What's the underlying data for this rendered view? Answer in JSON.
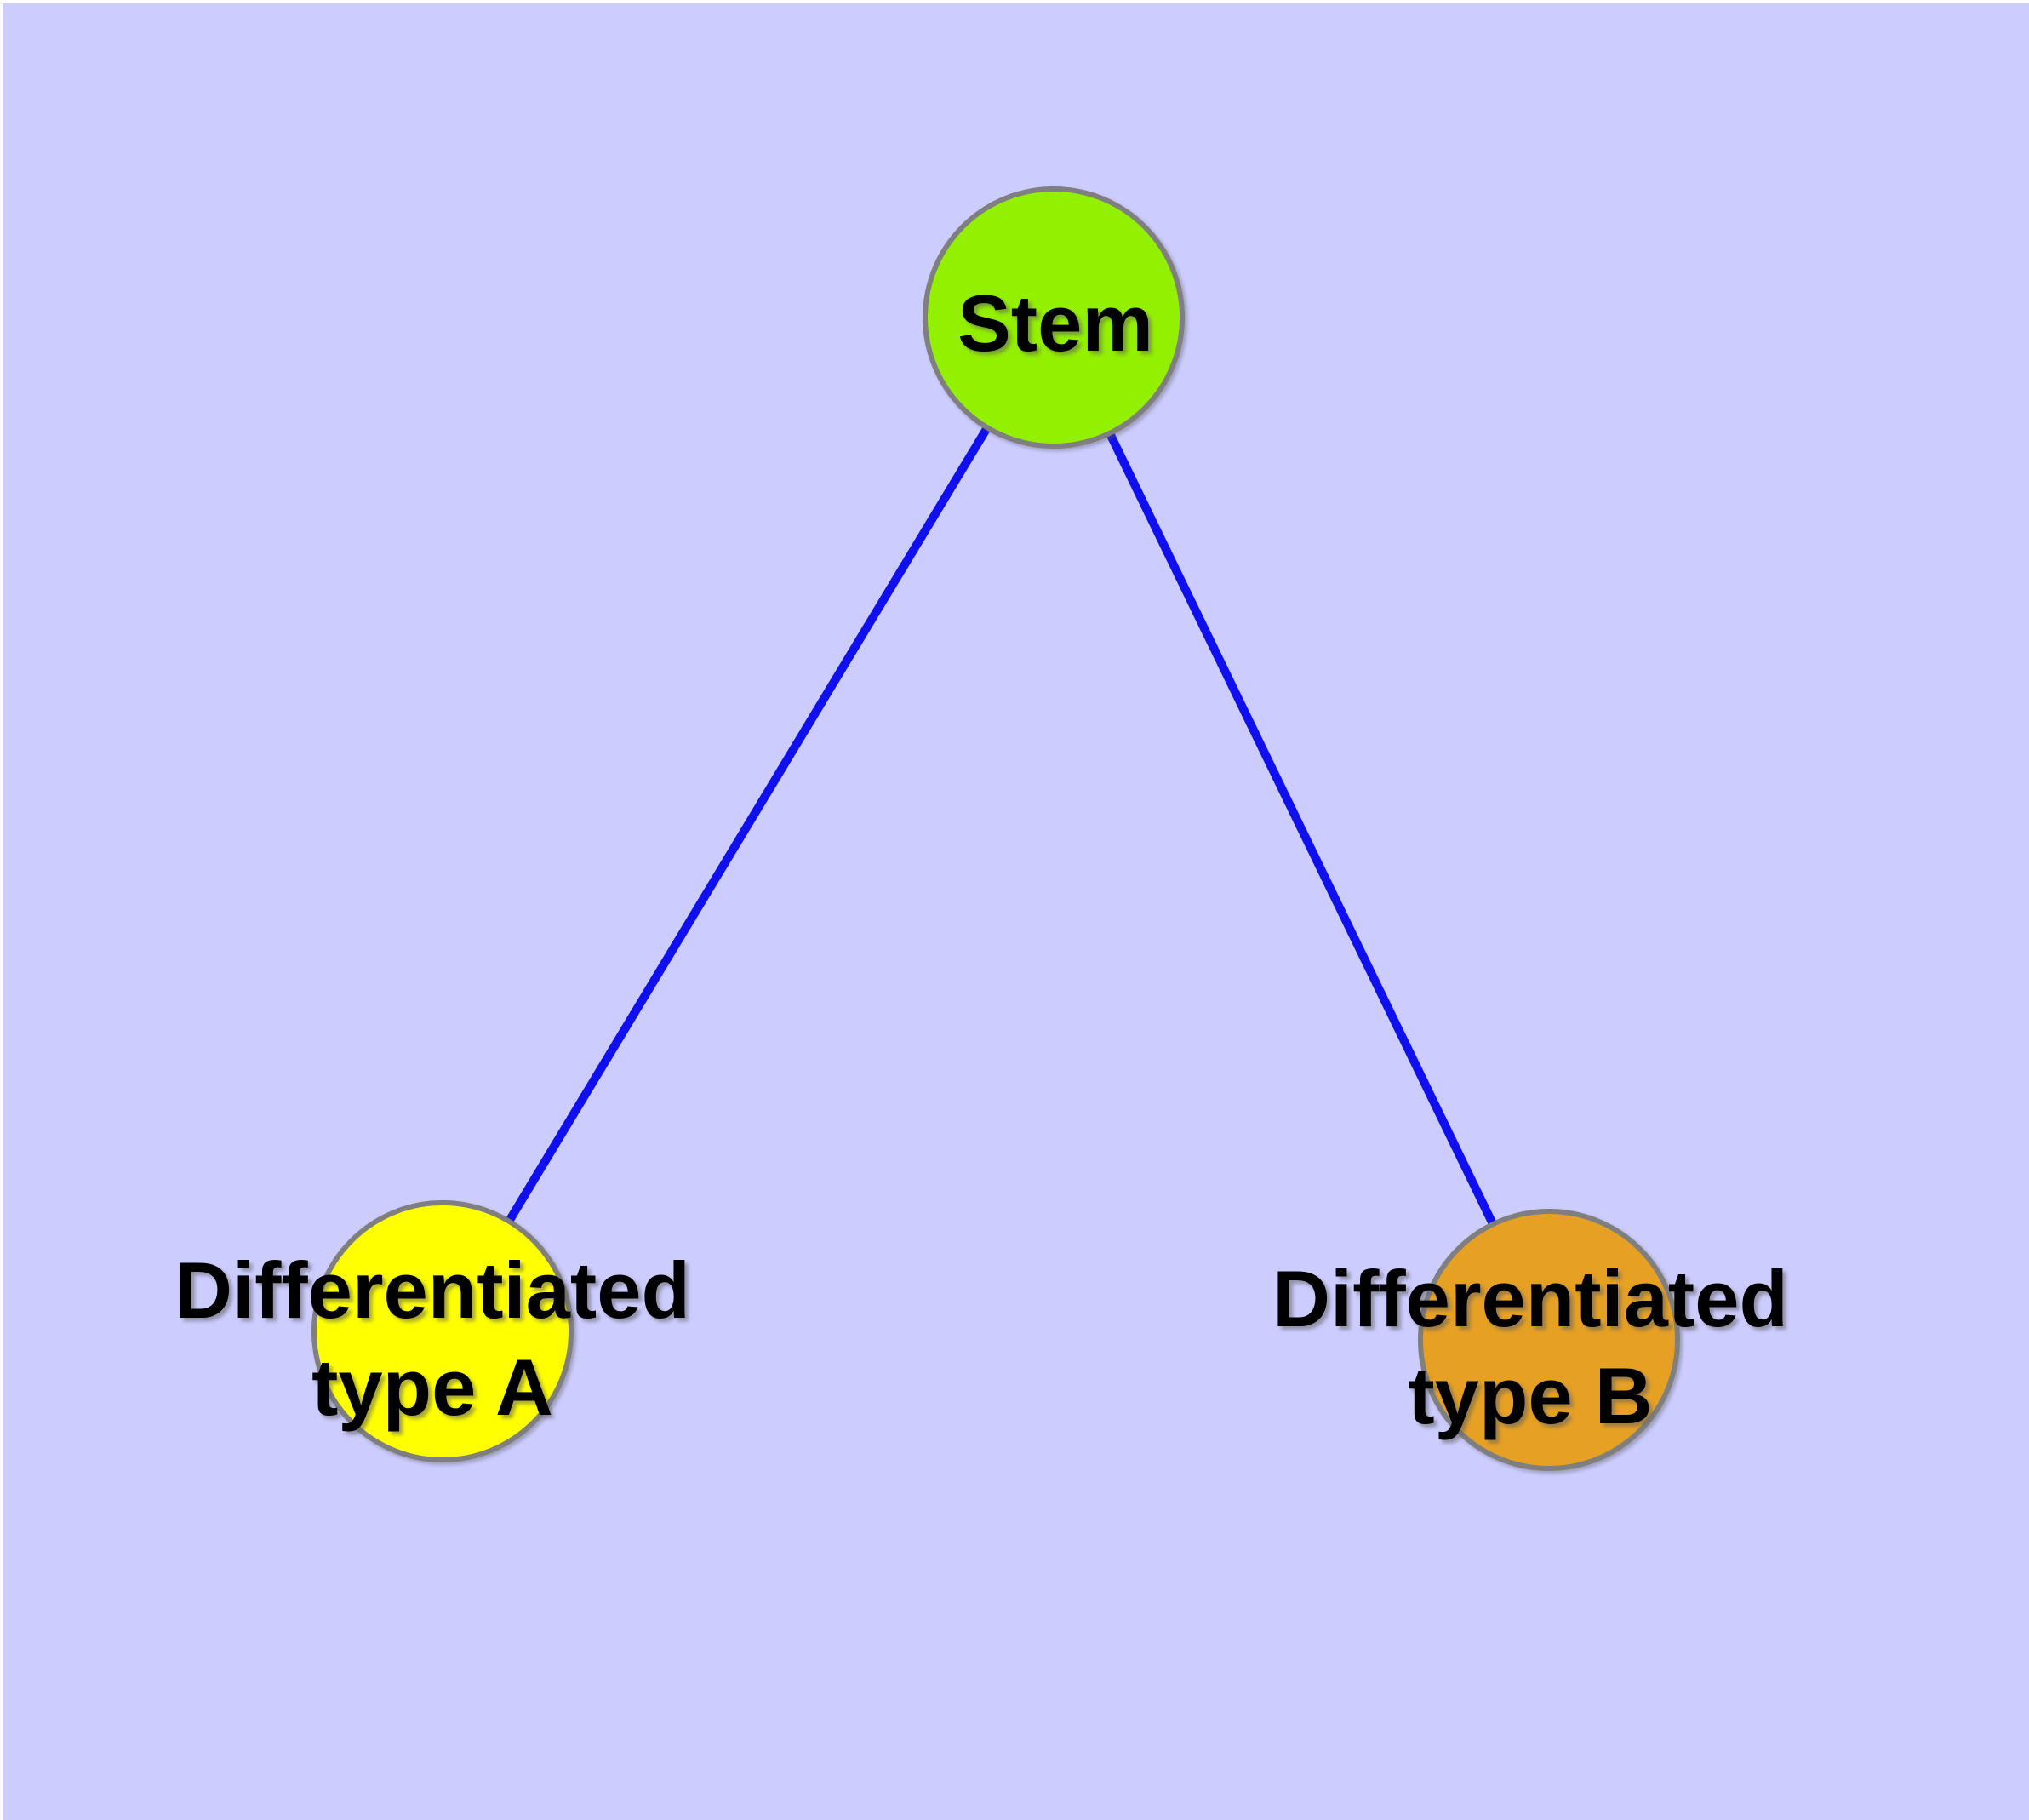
{
  "diagram": {
    "title": "",
    "background_color": "#CCCCFF",
    "margin_color": "#FFFFFF",
    "edge_color": "#1010EE",
    "node_border_color": "#7F7F7F",
    "nodes": {
      "stem": {
        "label": "Stem",
        "fill": "#93F000"
      },
      "type_a": {
        "label_line1": "Differentiated",
        "label_line2": "type A",
        "fill": "#FFFF00"
      },
      "type_b": {
        "label_line1": "Differentiated",
        "label_line2": "type B",
        "fill": "#E6A024"
      }
    },
    "edges": [
      {
        "from": "Stem",
        "to": "Differentiated type A"
      },
      {
        "from": "Stem",
        "to": "Differentiated type B"
      }
    ]
  }
}
